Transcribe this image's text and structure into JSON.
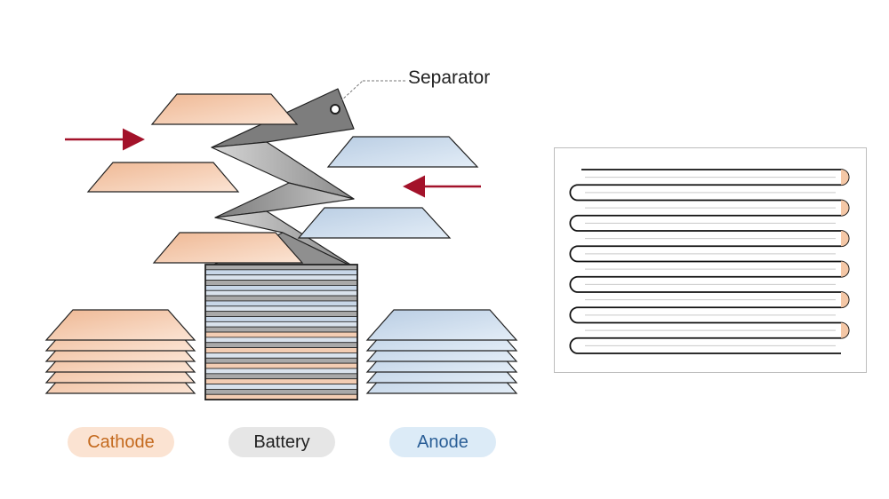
{
  "labels": {
    "separator": "Separator",
    "cathode": "Cathode",
    "battery": "Battery",
    "anode": "Anode"
  },
  "colors": {
    "cathode_sheet": "#f4c7a6",
    "cathode_pill_bg": "#fbe3d2",
    "cathode_text": "#c46a1e",
    "anode_sheet": "#c7d8ea",
    "anode_pill_bg": "#dcebf7",
    "anode_text": "#2b5f97",
    "battery_pill_bg": "#e6e6e6",
    "battery_text": "#222222",
    "separator_gray": "#9a9a9a",
    "arrow_red": "#a3122a"
  },
  "icons": {
    "left_arrow": "arrow-right-icon",
    "right_arrow": "arrow-left-icon"
  }
}
